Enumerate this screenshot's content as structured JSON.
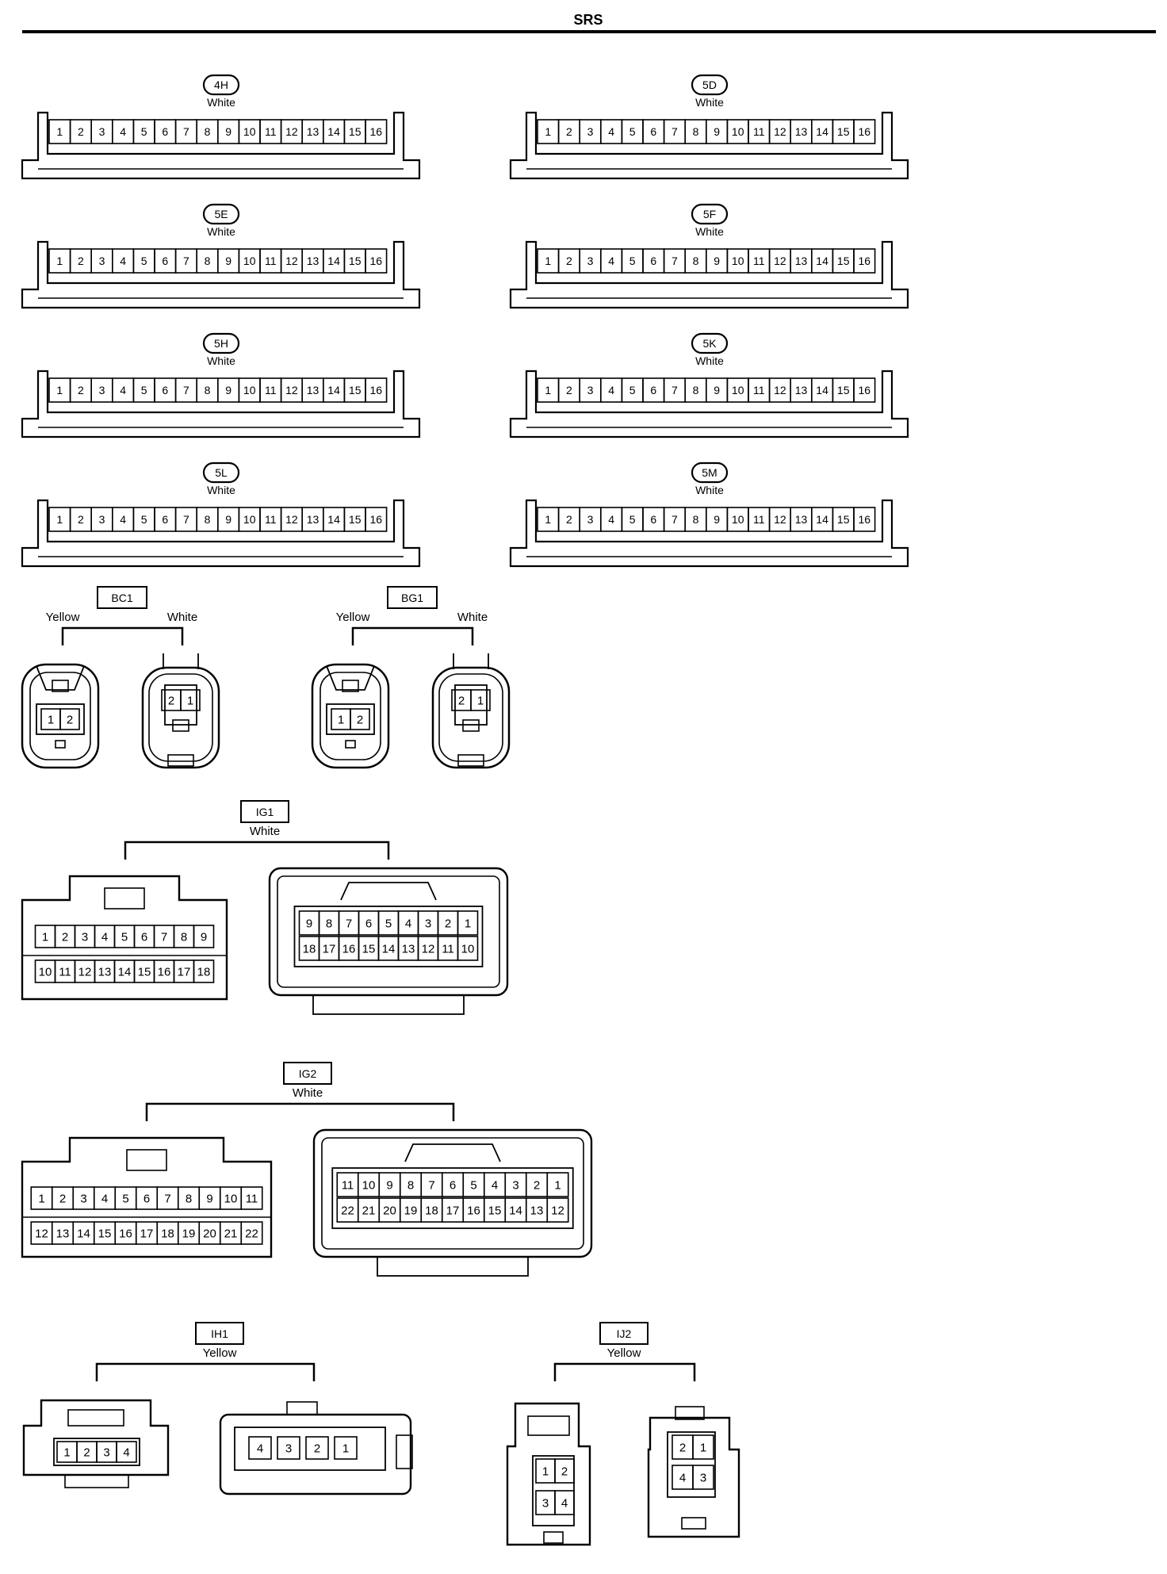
{
  "header": {
    "title": "SRS"
  },
  "pin_labels_16": [
    "1",
    "2",
    "3",
    "4",
    "5",
    "6",
    "7",
    "8",
    "9",
    "10",
    "11",
    "12",
    "13",
    "14",
    "15",
    "16"
  ],
  "row_connectors": [
    {
      "code": "4H",
      "color": "White"
    },
    {
      "code": "5D",
      "color": "White"
    },
    {
      "code": "5E",
      "color": "White"
    },
    {
      "code": "5F",
      "color": "White"
    },
    {
      "code": "5H",
      "color": "White"
    },
    {
      "code": "5K",
      "color": "White"
    },
    {
      "code": "5L",
      "color": "White"
    },
    {
      "code": "5M",
      "color": "White"
    }
  ],
  "pair_connectors": [
    {
      "code": "BC1",
      "left_color": "Yellow",
      "right_color": "White",
      "left_pins": [
        "1",
        "2"
      ],
      "right_pins": [
        "2",
        "1"
      ]
    },
    {
      "code": "BG1",
      "left_color": "Yellow",
      "right_color": "White",
      "left_pins": [
        "1",
        "2"
      ],
      "right_pins": [
        "2",
        "1"
      ]
    }
  ],
  "ig1": {
    "code": "IG1",
    "color": "White",
    "left_rows": [
      [
        "1",
        "2",
        "3",
        "4",
        "5",
        "6",
        "7",
        "8",
        "9"
      ],
      [
        "10",
        "11",
        "12",
        "13",
        "14",
        "15",
        "16",
        "17",
        "18"
      ]
    ],
    "right_rows": [
      [
        "9",
        "8",
        "7",
        "6",
        "5",
        "4",
        "3",
        "2",
        "1"
      ],
      [
        "18",
        "17",
        "16",
        "15",
        "14",
        "13",
        "12",
        "11",
        "10"
      ]
    ]
  },
  "ig2": {
    "code": "IG2",
    "color": "White",
    "left_rows": [
      [
        "1",
        "2",
        "3",
        "4",
        "5",
        "6",
        "7",
        "8",
        "9",
        "10",
        "11"
      ],
      [
        "12",
        "13",
        "14",
        "15",
        "16",
        "17",
        "18",
        "19",
        "20",
        "21",
        "22"
      ]
    ],
    "right_rows": [
      [
        "11",
        "10",
        "9",
        "8",
        "7",
        "6",
        "5",
        "4",
        "3",
        "2",
        "1"
      ],
      [
        "22",
        "21",
        "20",
        "19",
        "18",
        "17",
        "16",
        "15",
        "14",
        "13",
        "12"
      ]
    ]
  },
  "ih1": {
    "code": "IH1",
    "color": "Yellow",
    "left_pins": [
      "1",
      "2",
      "3",
      "4"
    ],
    "right_pins": [
      "4",
      "3",
      "2",
      "1"
    ]
  },
  "ij2": {
    "code": "IJ2",
    "color": "Yellow",
    "left_pins": [
      "1",
      "2",
      "3",
      "4"
    ],
    "right_pins": [
      "2",
      "1",
      "4",
      "3"
    ]
  }
}
